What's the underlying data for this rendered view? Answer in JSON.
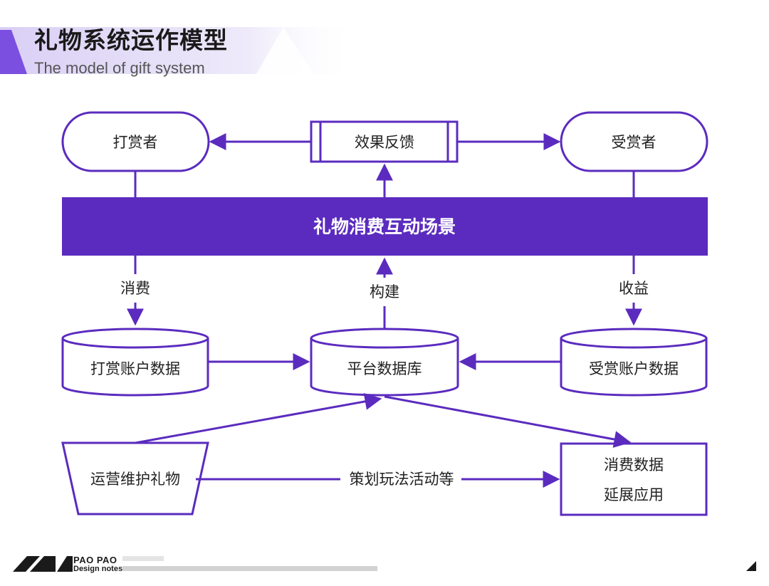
{
  "header": {
    "title": "礼物系统运作模型",
    "subtitle": "The model of gift system"
  },
  "diagram": {
    "nodes": {
      "giver": "打赏者",
      "feedback": "效果反馈",
      "receiver": "受赏者",
      "scene": "礼物消费互动场景",
      "giver_db": "打赏账户数据",
      "platform_db": "平台数据库",
      "receiver_db": "受赏账户数据",
      "ops": "运营维护礼物",
      "ext_line1": "消费数据",
      "ext_line2": "延展应用"
    },
    "edges": {
      "consume": "消费",
      "build": "构建",
      "income": "收益",
      "activities": "策划玩法活动等"
    }
  },
  "footer": {
    "brand_line1": "PAO PAO",
    "brand_line2": "Design notes"
  },
  "colors": {
    "accent": "#5b2bbf",
    "text": "#222222"
  }
}
